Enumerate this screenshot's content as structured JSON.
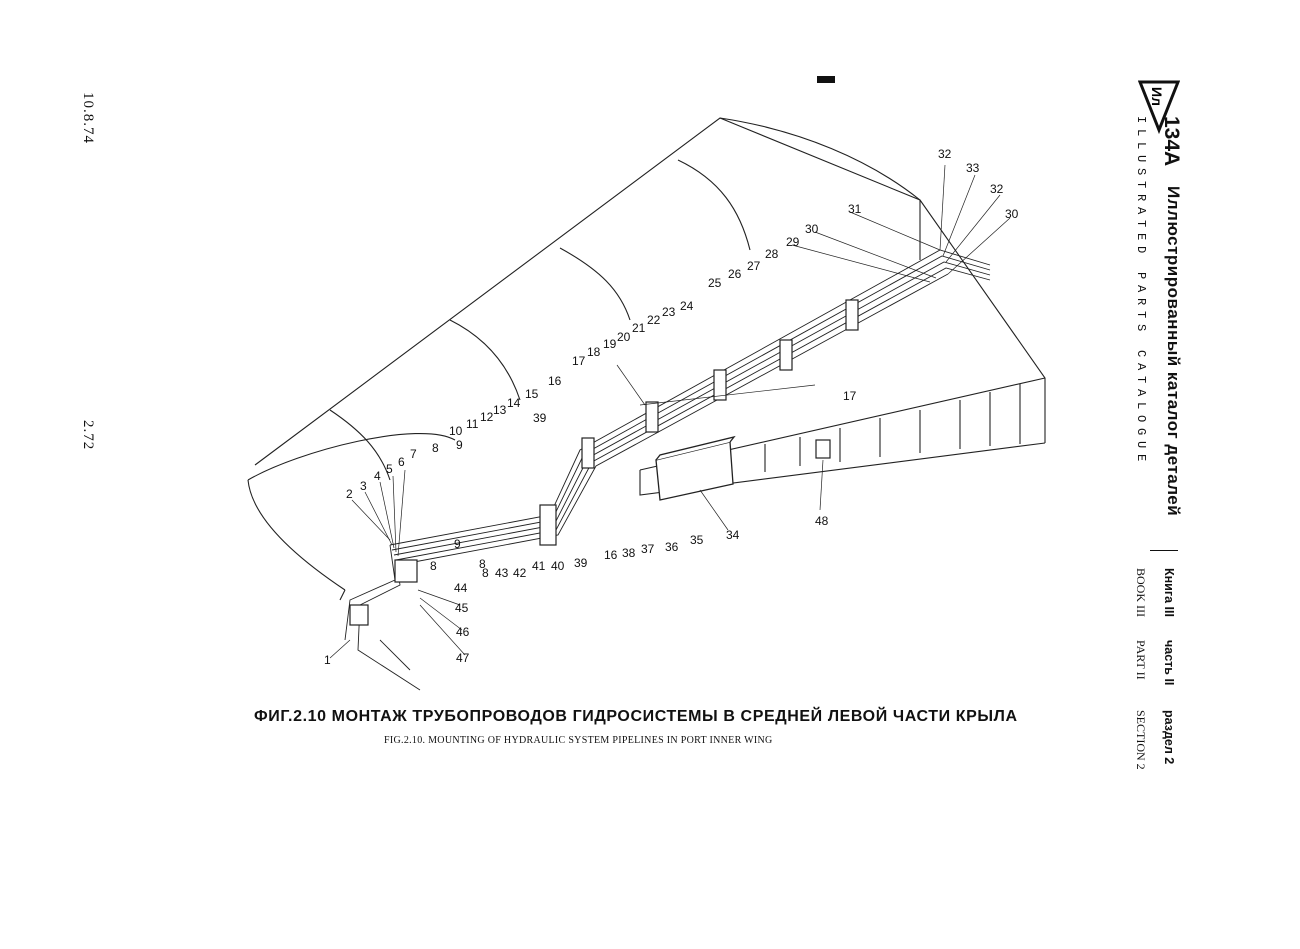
{
  "margin": {
    "date": "10.8.74",
    "page_number": "2.72"
  },
  "title_block": {
    "logo_text": "Ил",
    "model": "134A",
    "title_ru": "Иллюстрированный каталог деталей",
    "title_en": "ILLUSTRATED PARTS CATALOGUE",
    "book_ru": "Книга III",
    "book_en": "BOOK III",
    "part_ru": "часть II",
    "part_en": "PART II",
    "section_ru": "раздел 2",
    "section_en": "SECTION 2"
  },
  "figure": {
    "caption_ru": "ФИГ.2.10 МОНТАЖ ТРУБОПРОВОДОВ ГИДРОСИСТЕМЫ В СРЕДНЕЙ ЛЕВОЙ ЧАСТИ КРЫЛА",
    "caption_en": "FIG.2.10. MOUNTING OF HYDRAULIC SYSTEM PIPELINES IN PORT INNER WING"
  },
  "callouts": [
    "1",
    "2",
    "3",
    "4",
    "5",
    "6",
    "7",
    "8",
    "9",
    "8",
    "10",
    "11",
    "12",
    "13",
    "14",
    "15",
    "16",
    "39",
    "17",
    "18",
    "19",
    "20",
    "21",
    "22",
    "23",
    "24",
    "25",
    "26",
    "27",
    "28",
    "29",
    "30",
    "31",
    "32",
    "33",
    "32",
    "30",
    "17",
    "48",
    "34",
    "35",
    "36",
    "37",
    "38",
    "16",
    "39",
    "40",
    "41",
    "42",
    "43",
    "8",
    "9",
    "8",
    "44",
    "45",
    "46",
    "47"
  ]
}
